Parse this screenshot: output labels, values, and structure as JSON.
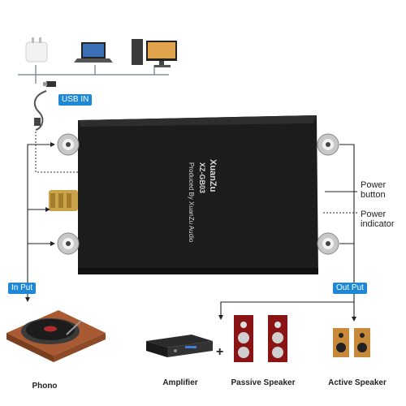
{
  "labels": {
    "usb_in": "USB IN",
    "in_put": "In Put",
    "out_put": "Out Put",
    "power_button": [
      "Power",
      "button"
    ],
    "power_indicator": [
      "Power",
      "indicator"
    ]
  },
  "device": {
    "brand": "XuanZu",
    "model": "XZ-GB03",
    "producer": "Produced By XuanZu Audio"
  },
  "captions": {
    "phono": "Phono",
    "amplifier": "Amplifier",
    "passive_speaker": "Passive Speaker",
    "active_speaker": "Active Speaker"
  },
  "colors": {
    "accent": "#1e88d6",
    "device": "#1c1c1c",
    "line": "#6b7a86"
  },
  "icons": [
    "power-adapter-icon",
    "laptop-icon",
    "desktop-computer-icon",
    "usb-cable-icon",
    "turntable-icon",
    "amplifier-icon",
    "passive-speaker-icon",
    "active-speaker-icon"
  ]
}
